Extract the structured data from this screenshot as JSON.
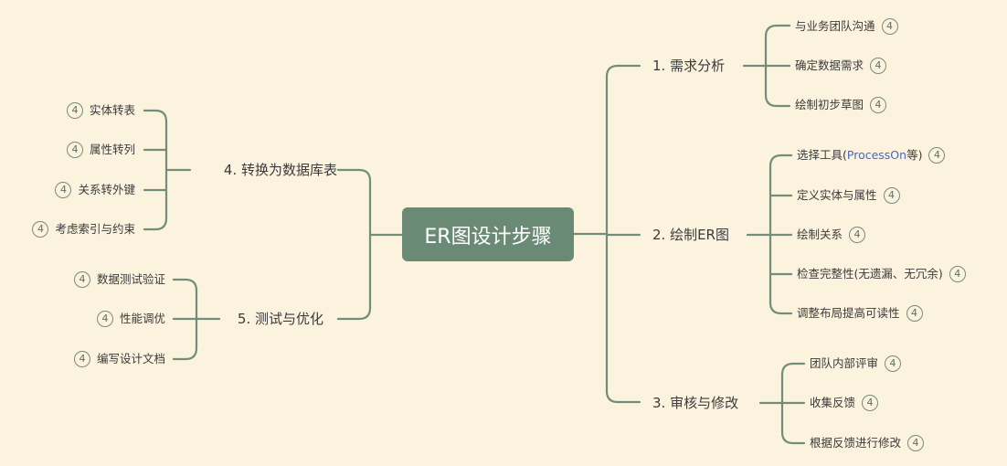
{
  "root": "ER图设计步骤",
  "colors": {
    "line": "#728e79",
    "root_bg": "#6b8a75",
    "background": "#fbf3de"
  },
  "branches": {
    "b1": {
      "label": "1. 需求分析",
      "items": [
        {
          "label": "与业务团队沟通",
          "badge": "4"
        },
        {
          "label": "确定数据需求",
          "badge": "4"
        },
        {
          "label": "绘制初步草图",
          "badge": "4"
        }
      ]
    },
    "b2": {
      "label": "2. 绘制ER图",
      "items": [
        {
          "pre": "选择工具(",
          "link": "ProcessOn",
          "post": "等)",
          "badge": "4"
        },
        {
          "label": "定义实体与属性",
          "badge": "4"
        },
        {
          "label": "绘制关系",
          "badge": "4"
        },
        {
          "label": "检查完整性(无遗漏、无冗余)",
          "badge": "4"
        },
        {
          "label": "调整布局提高可读性",
          "badge": "4"
        }
      ]
    },
    "b3": {
      "label": "3. 审核与修改",
      "items": [
        {
          "label": "团队内部评审",
          "badge": "4"
        },
        {
          "label": "收集反馈",
          "badge": "4"
        },
        {
          "label": "根据反馈进行修改",
          "badge": "4"
        }
      ]
    },
    "b4": {
      "label": "4. 转换为数据库表",
      "items": [
        {
          "label": "实体转表",
          "badge": "4"
        },
        {
          "label": "属性转列",
          "badge": "4"
        },
        {
          "label": "关系转外键",
          "badge": "4"
        },
        {
          "label": "考虑索引与约束",
          "badge": "4"
        }
      ]
    },
    "b5": {
      "label": "5. 测试与优化",
      "items": [
        {
          "label": "数据测试验证",
          "badge": "4"
        },
        {
          "label": "性能调优",
          "badge": "4"
        },
        {
          "label": "编写设计文档",
          "badge": "4"
        }
      ]
    }
  }
}
